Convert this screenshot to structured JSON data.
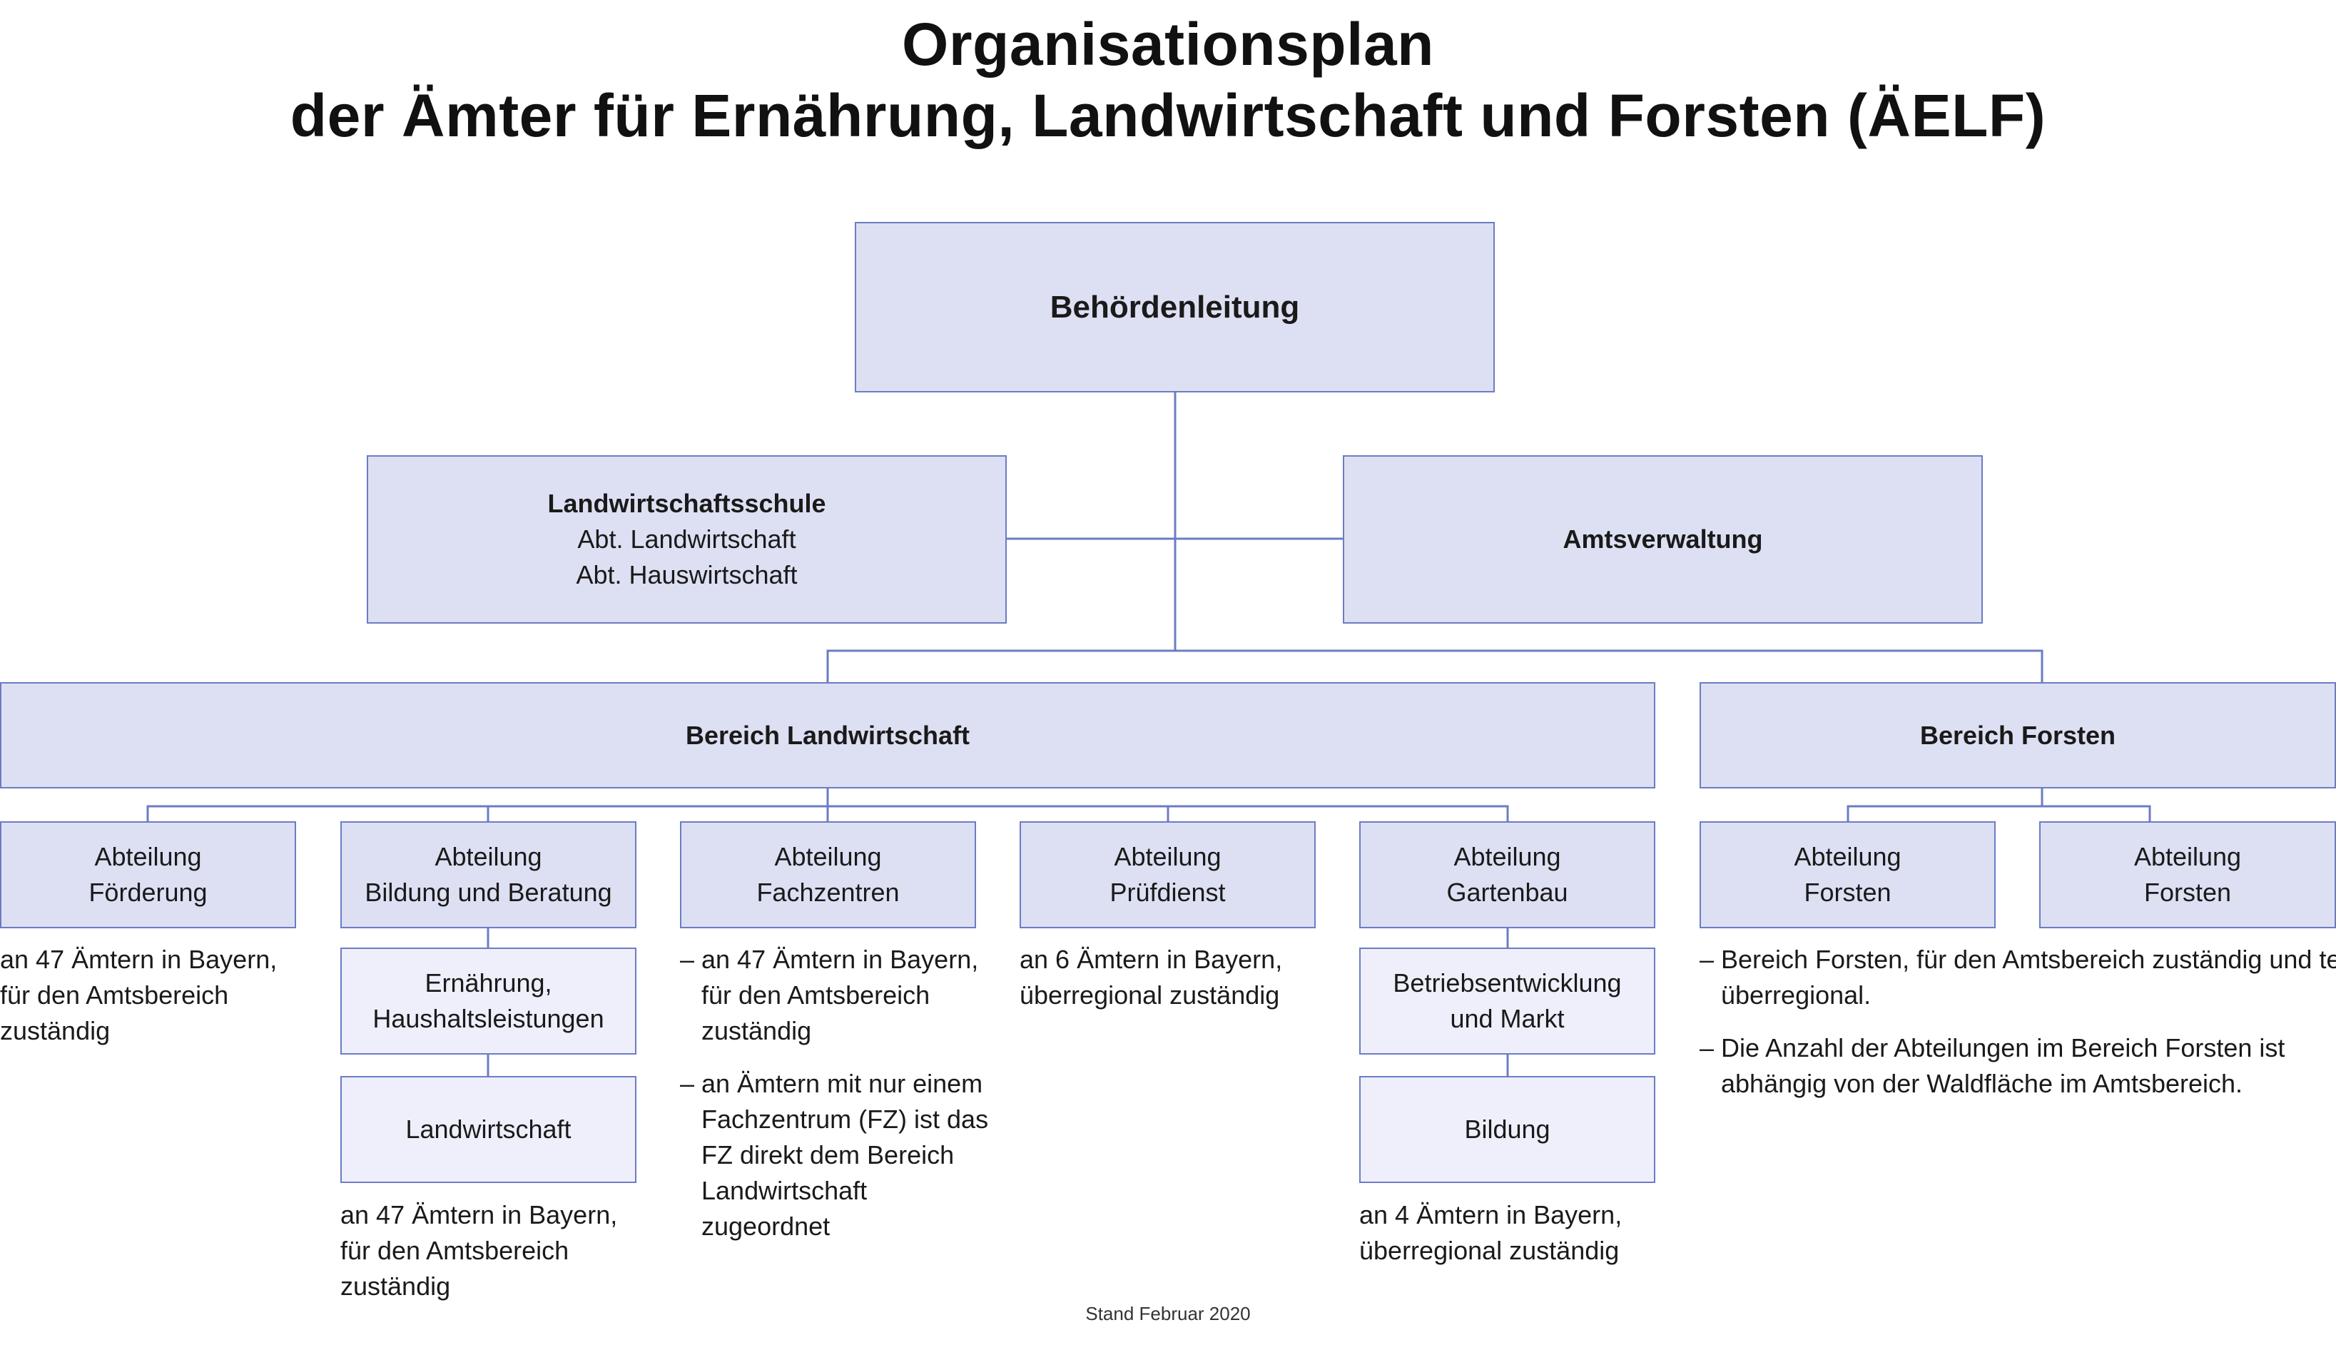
{
  "title": {
    "line1": "Organisationsplan",
    "line2": "der Ämter für Ernährung, Landwirtschaft und Forsten (ÄELF)"
  },
  "nodes": {
    "leitung": "Behördenleitung",
    "schule": {
      "title": "Landwirtschaftsschule",
      "line1": "Abt. Landwirtschaft",
      "line2": "Abt. Hauswirtschaft"
    },
    "verwaltung": "Amtsverwaltung",
    "bereich_lw": "Bereich Landwirtschaft",
    "bereich_forsten": "Bereich Forsten",
    "abt_foerderung": {
      "line1": "Abteilung",
      "line2": "Förderung"
    },
    "abt_bildung": {
      "line1": "Abteilung",
      "line2": "Bildung und Beratung"
    },
    "abt_fachzentren": {
      "line1": "Abteilung",
      "line2": "Fachzentren"
    },
    "abt_pruefdienst": {
      "line1": "Abteilung",
      "line2": "Prüfdienst"
    },
    "abt_gartenbau": {
      "line1": "Abteilung",
      "line2": "Gartenbau"
    },
    "abt_forsten_1": {
      "line1": "Abteilung",
      "line2": "Forsten"
    },
    "abt_forsten_2": {
      "line1": "Abteilung",
      "line2": "Forsten"
    },
    "ernaehrung": {
      "line1": "Ernährung,",
      "line2": "Haushaltsleistungen"
    },
    "landwirtschaft": "Landwirtschaft",
    "betriebsentwicklung": {
      "line1": "Betriebsentwicklung",
      "line2": "und Markt"
    },
    "bildung": "Bildung"
  },
  "notes": {
    "foerderung": [
      "an 47 Ämtern in Bayern,",
      "für den Amtsbereich",
      "zuständig"
    ],
    "bildung": [
      "an 47 Ämtern in Bayern,",
      "für den Amtsbereich",
      "zuständig"
    ],
    "fachzentren": {
      "dash": "–",
      "item1": [
        "an 47 Ämtern in Bayern,",
        "für den Amtsbereich",
        "zuständig"
      ],
      "item2": [
        "an Ämtern mit nur einem",
        "Fachzentrum (FZ) ist das",
        "FZ direkt dem Bereich",
        "Landwirtschaft",
        "zugeordnet"
      ]
    },
    "pruefdienst": [
      "an 6 Ämtern in Bayern,",
      "überregional zuständig"
    ],
    "gartenbau": [
      "an 4 Ämtern in Bayern,",
      "überregional zuständig"
    ],
    "forsten": {
      "dash": "–",
      "item1": [
        "Bereich Forsten, für den Amtsbereich zuständig und teils",
        "überregional."
      ],
      "item2": [
        "Die Anzahl der Abteilungen im Bereich Forsten ist",
        "abhängig von der Waldfläche im Amtsbereich."
      ]
    }
  },
  "footer": "Stand Februar 2020",
  "colors": {
    "box_fill": "#dde0f3",
    "sub_box_fill": "#eeeffa",
    "border_line": "#6c7cc4"
  }
}
